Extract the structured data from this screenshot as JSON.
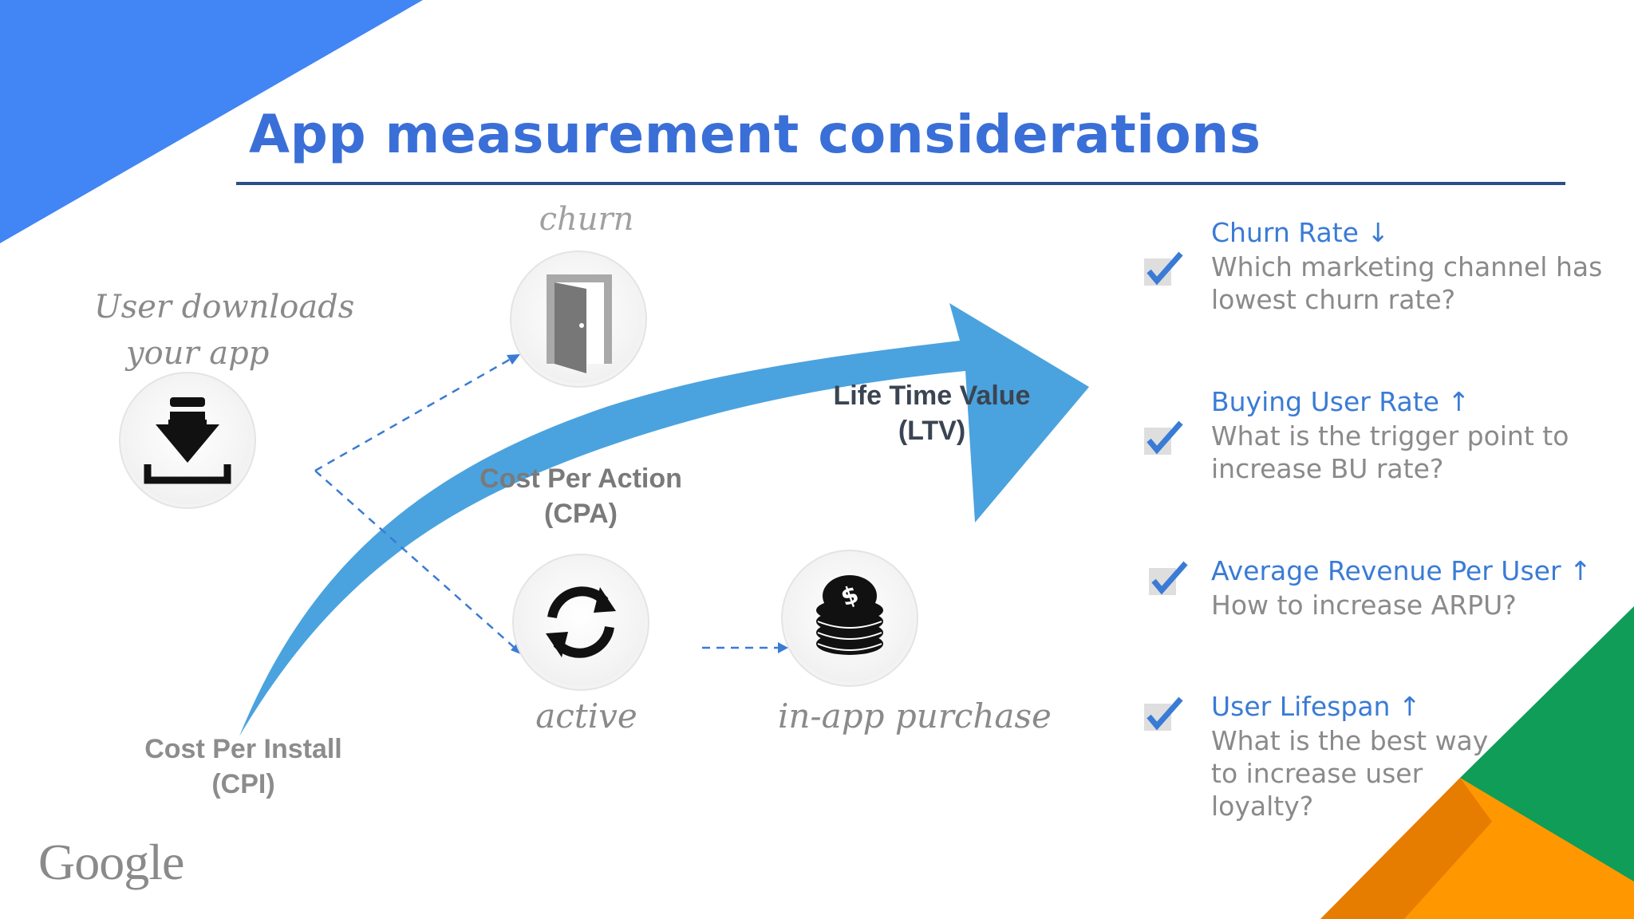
{
  "title": "App measurement considerations",
  "diagram": {
    "user_downloads": "User downloads",
    "your_app": "your app",
    "churn": "churn",
    "active": "active",
    "in_app_purchase": "in-app purchase",
    "cpi_line1": "Cost Per Install",
    "cpi_line2": "(CPI)",
    "cpa_line1": "Cost Per Action",
    "cpa_line2": "(CPA)",
    "ltv_line1": "Life Time Value",
    "ltv_line2": "(LTV)"
  },
  "checklist": [
    {
      "title": "Churn Rate ↓",
      "desc": [
        "Which marketing channel has",
        "lowest churn rate?"
      ]
    },
    {
      "title": "Buying User Rate ↑",
      "desc": [
        "What is the trigger point to",
        "increase BU rate?"
      ]
    },
    {
      "title": "Average Revenue Per User ↑",
      "desc": [
        "How to increase ARPU?"
      ]
    },
    {
      "title": "User Lifespan ↑",
      "desc": [
        "What is the best way",
        "to increase user",
        "loyalty?"
      ]
    }
  ],
  "logo": "Google",
  "colors": {
    "title": "#3a6fd8",
    "arrow": "#4aa3de",
    "blue_corner": "#4285f4",
    "green_corner": "#0f9d58",
    "orange_corner": "#ff9800",
    "dark_orange": "#e67c00"
  },
  "icons": [
    "download-icon",
    "door-icon",
    "refresh-icon",
    "coins-icon",
    "checkbox-icon"
  ]
}
